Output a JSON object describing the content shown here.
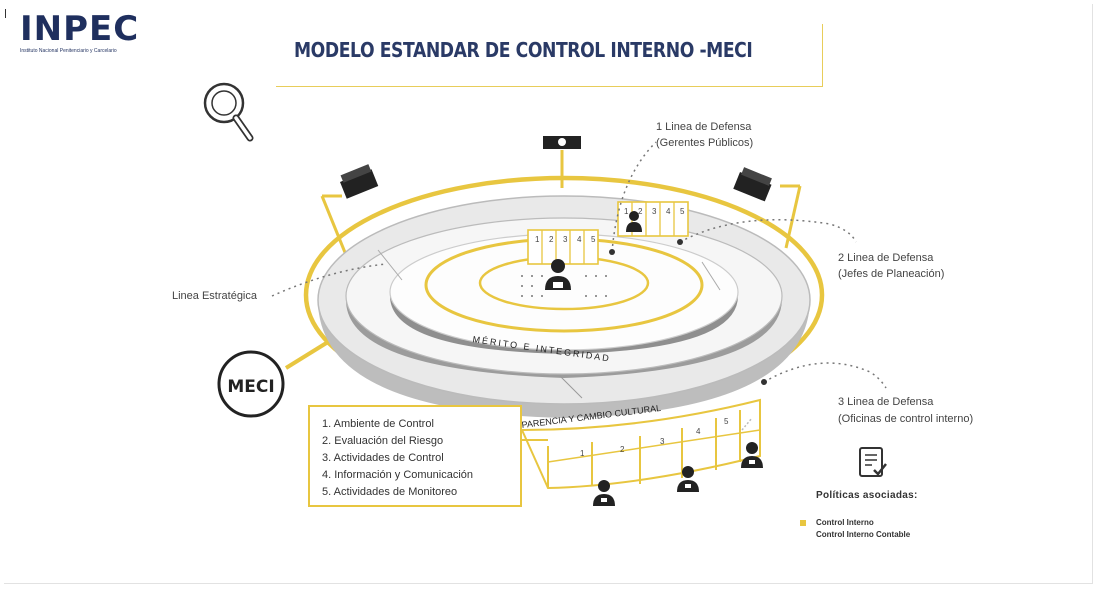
{
  "header": {
    "logo_text": "INPEC",
    "logo_subtitle": "Instituto Nacional Penitenciario y Carcelario",
    "title": "MODELO ESTANDAR DE CONTROL INTERNO -MECI"
  },
  "diagram": {
    "meci_badge": "MECI",
    "ring_label_merito": "MÉRITO E INTEGRIDAD",
    "ring_label_transparencia": "PARENCIA Y CAMBIO CULTURAL",
    "linea_estrategica": "Linea Estratégica",
    "linea1": {
      "title": "1 Linea de Defensa",
      "subtitle": "(Gerentes Públicos)"
    },
    "linea2": {
      "title": "2 Linea de Defensa",
      "subtitle": "(Jefes de Planeación)"
    },
    "linea3": {
      "title": "3 Linea de Defensa",
      "subtitle": "(Oficinas de control interno)"
    },
    "components": [
      "1. Ambiente de Control",
      "2. Evaluación del Riesgo",
      "3. Actividades de Control",
      "4. Información  y Comunicación",
      "5. Actividades de Monitoreo"
    ],
    "inner_panel_numbers": [
      "1",
      "2",
      "3",
      "4",
      "5"
    ],
    "top_panel_numbers": [
      "1",
      "2",
      "3",
      "4",
      "5"
    ],
    "base_numbers": [
      "1",
      "2",
      "3",
      "4",
      "5"
    ]
  },
  "politicas": {
    "title": "Políticas asociadas:",
    "items": [
      "Control Interno",
      "Control Interno Contable"
    ]
  },
  "colors": {
    "accent_yellow": "#e8c640",
    "ring_gray": "#9a9a9a",
    "navy": "#1f2f5e"
  },
  "icons": [
    "magnifier-icon",
    "camera-icon",
    "folder-icon",
    "folder-icon",
    "person-icon",
    "document-check-icon"
  ]
}
